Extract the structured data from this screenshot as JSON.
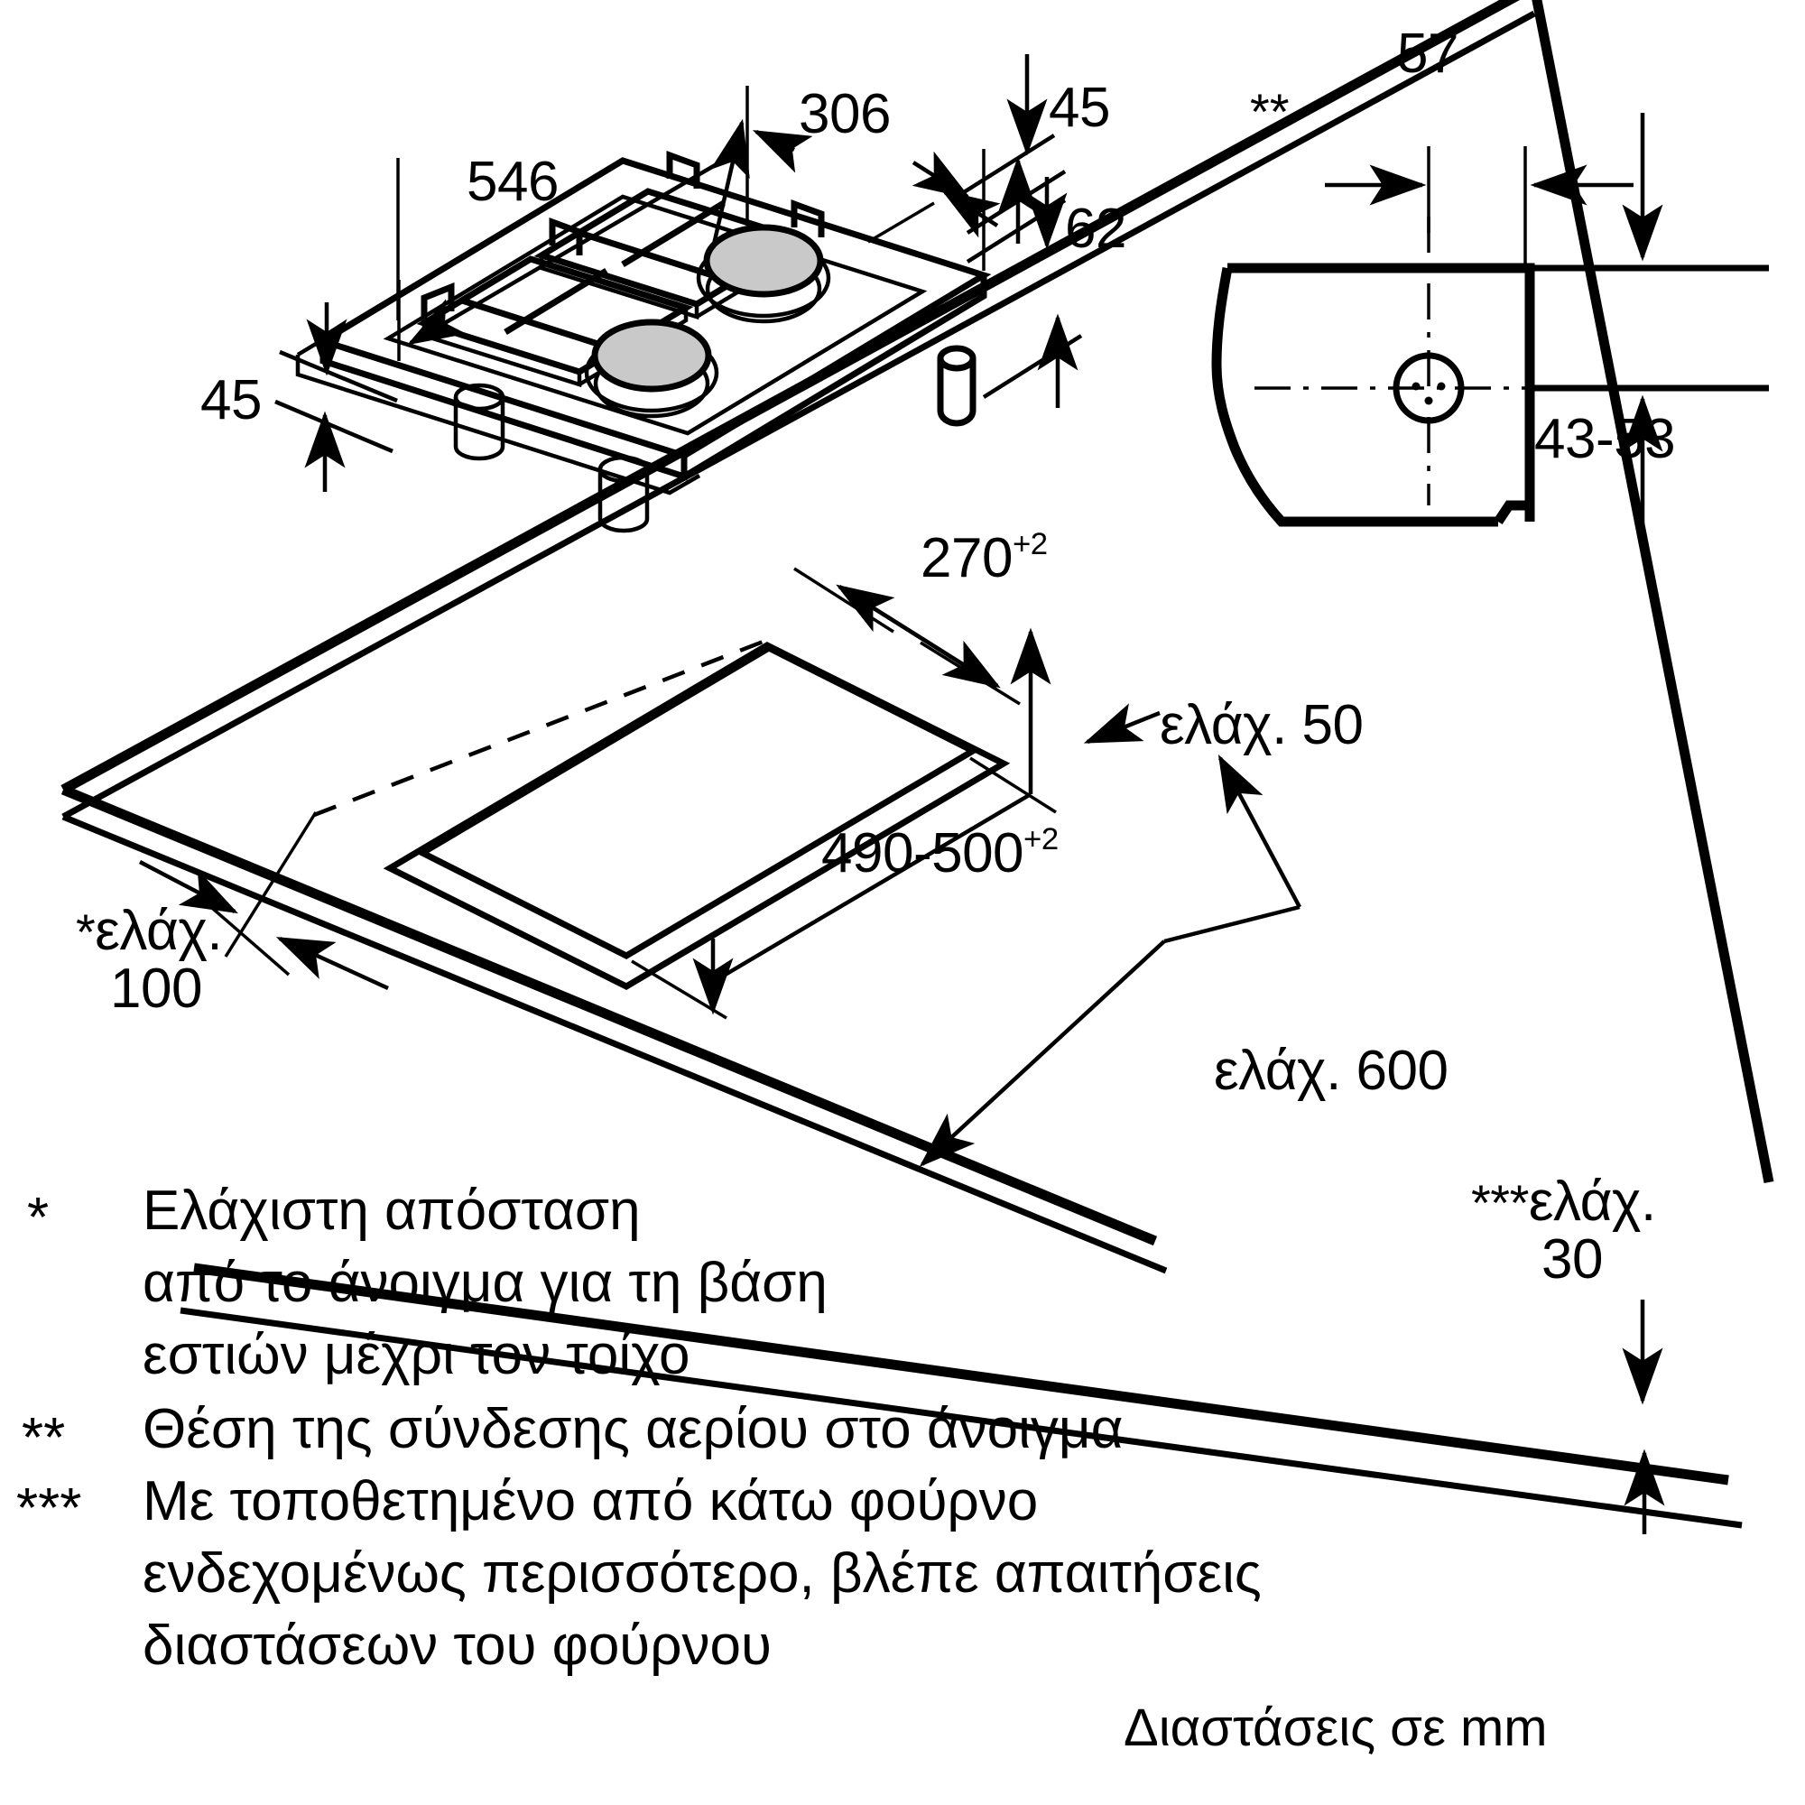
{
  "document": {
    "kind": "installation-dimension-drawing",
    "units_note": "Διαστάσεις σε mm"
  },
  "hob_dimensions": {
    "width_546": "546",
    "burner_spacing_306": "306",
    "front_lip_45": "45",
    "rear_lip_45": "45",
    "depth_overhang_62": "62"
  },
  "gas_connection_detail": {
    "marker": "**",
    "offset_57": "57",
    "height_range_43_53": "43-53"
  },
  "cutout_dimensions": {
    "depth_270": "270",
    "depth_tolerance": "+2",
    "width_490_500": "490-500",
    "width_tolerance": "+2",
    "min_50": "ελάχ. 50",
    "min_600": "ελάχ. 600",
    "min_100_mark": "*",
    "min_100_line1": "ελάχ.",
    "min_100_line2": "100",
    "min_30_mark": "***",
    "min_30_line1": "ελάχ.",
    "min_30_line2": "30"
  },
  "footnotes": [
    {
      "mark": "*",
      "lines": [
        "Ελάχιστη απόσταση",
        "από το άνοιγμα για τη βάση",
        "εστιών μέχρι τον τοίχο"
      ]
    },
    {
      "mark": "**",
      "lines": [
        "Θέση της σύνδεσης αερίου στο άνοιγμα"
      ]
    },
    {
      "mark": "***",
      "lines": [
        "Με τοποθετημένο από κάτω φούρνο",
        "ενδεχομένως περισσότερο, βλέπε απαιτήσεις",
        "διαστάσεων του φούρνου"
      ]
    }
  ],
  "colors": {
    "line": "#000000",
    "burner_cap": "#c9c9c9",
    "background": "#ffffff"
  }
}
